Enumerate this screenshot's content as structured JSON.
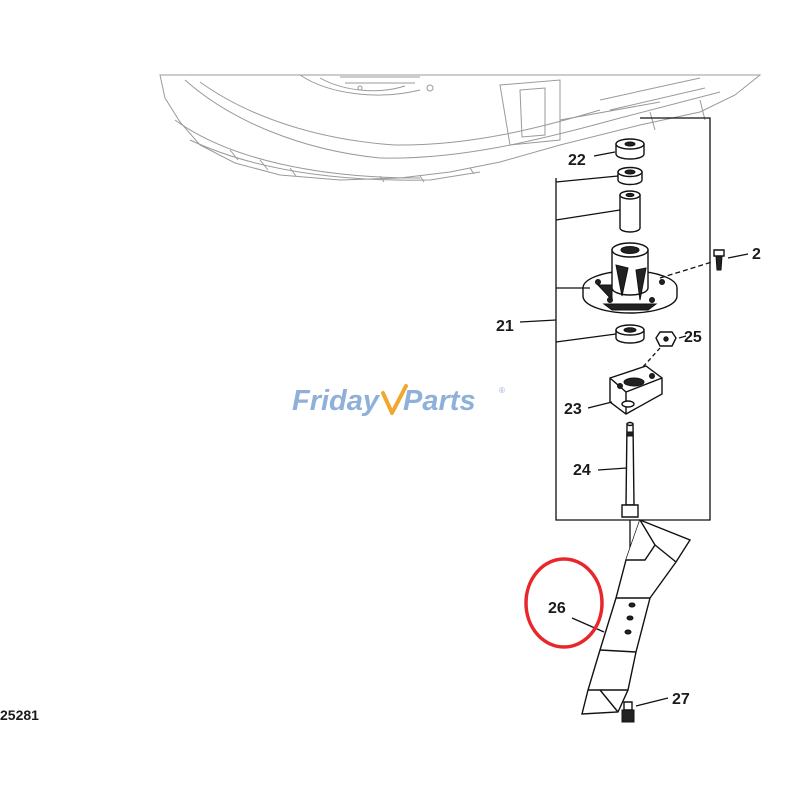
{
  "watermark": {
    "brand_part1": "Friday",
    "brand_part2": "Parts",
    "registered_mark": "®",
    "color_part1": "#8fb0d9",
    "color_part2": "#8fb0d9",
    "swoosh_color": "#f0a830"
  },
  "figure_code": "25281",
  "highlight": {
    "target": "26",
    "color": "#e8262c"
  },
  "callouts": {
    "c2": "2",
    "c21": "21",
    "c22": "22",
    "c23": "23",
    "c24": "24",
    "c25": "25",
    "c26": "26",
    "c27": "27"
  }
}
